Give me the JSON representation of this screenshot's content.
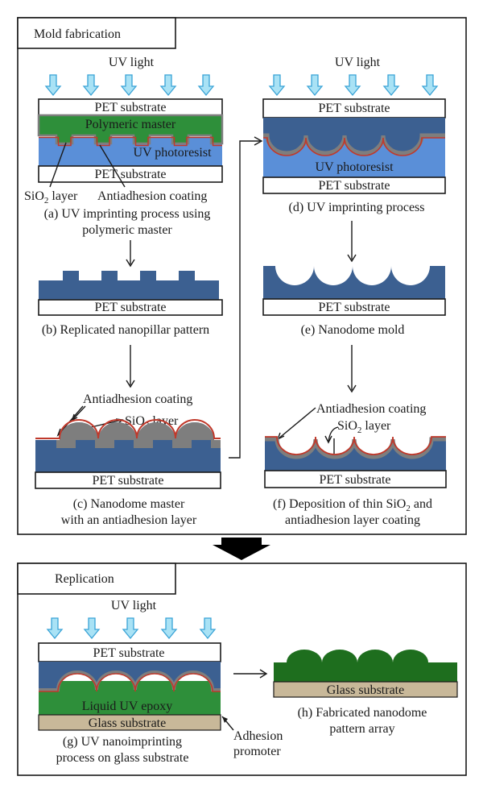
{
  "colors": {
    "dark_blue": "#3c6091",
    "light_blue": "#5a8fd8",
    "green": "#2e8f3a",
    "dark_green": "#1e6e1e",
    "gray": "#7e7e7e",
    "red": "#c0392b",
    "tan": "#c8b899",
    "arrow_fill": "#a9e2f5",
    "arrow_stroke": "#3aa3d6"
  },
  "sections": {
    "mold": "Mold fabrication",
    "replication": "Replication"
  },
  "labels": {
    "uv_light": "UV light",
    "pet_substrate": "PET substrate",
    "polymeric_master": "Polymeric master",
    "uv_photoresist": "UV photoresist",
    "sio2_prefix": "SiO",
    "sio2_sub": "2",
    "sio2_suffix": " layer",
    "antiadhesion_coating": "Antiadhesion coating",
    "liquid_uv_epoxy": "Liquid UV epoxy",
    "glass_substrate": "Glass substrate",
    "adhesion_promoter_1": "Adhesion",
    "adhesion_promoter_2": "promoter"
  },
  "captions": {
    "a1": "(a) UV imprinting process using",
    "a2": "polymeric master",
    "b": "(b) Replicated nanopillar pattern",
    "c1": "(c) Nanodome master",
    "c2": "with an antiadhesion layer",
    "d": "(d) UV imprinting process",
    "e": "(e) Nanodome mold",
    "f1a": "(f) Deposition of thin SiO",
    "f1sub": "2",
    "f1b": " and",
    "f2": "antiadhesion layer coating",
    "g1": "(g) UV nanoimprinting",
    "g2": "process on glass substrate",
    "h1": "(h) Fabricated nanodome",
    "h2": "pattern array"
  }
}
